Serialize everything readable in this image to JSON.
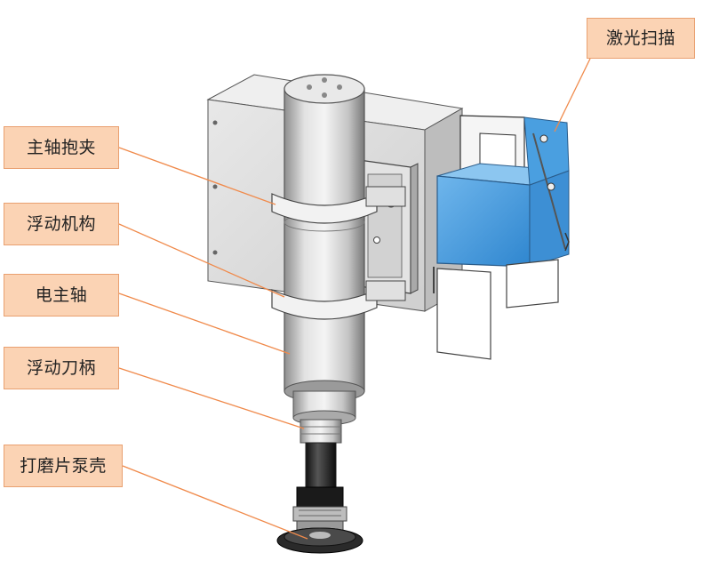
{
  "diagram": {
    "labels": {
      "laser_scan": "激光扫描",
      "spindle_clamp": "主轴抱夹",
      "floating_mechanism": "浮动机构",
      "electric_spindle": "电主轴",
      "floating_tool_holder": "浮动刀柄",
      "grinding_pump_housing": "打磨片泵壳"
    },
    "colors": {
      "label_fill": "#fbd3b4",
      "label_border": "#e9a070",
      "leader_line": "#f08a4b",
      "scanner_blue": "#4a9fe0",
      "metal_gray": "#d6d6d6"
    }
  }
}
